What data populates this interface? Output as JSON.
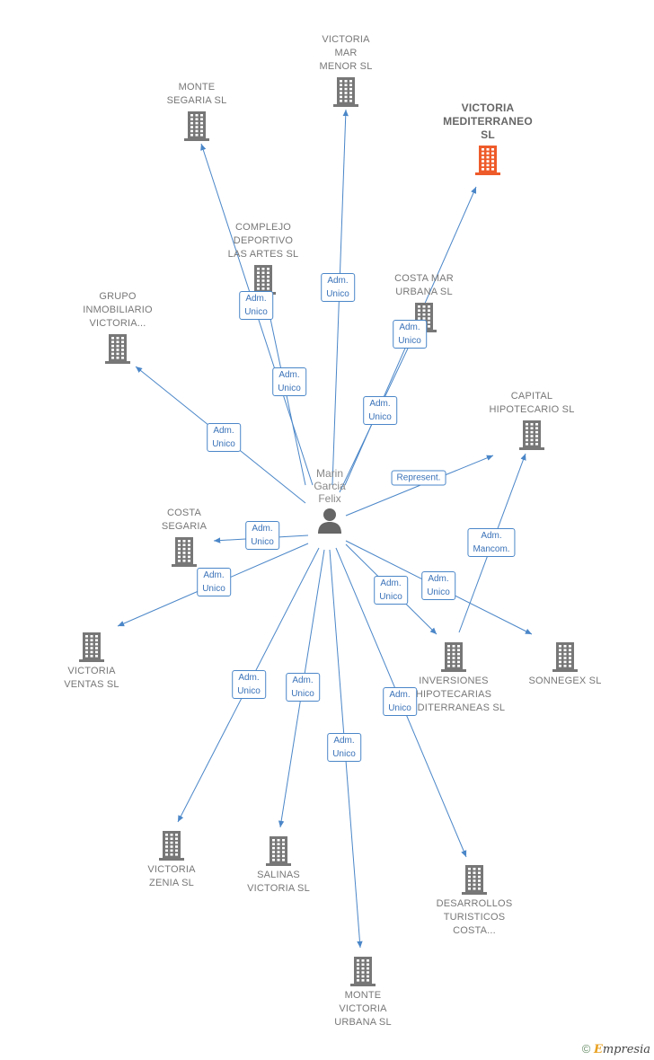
{
  "person": {
    "label": "Marin\nGarcia\nFelix",
    "icon": "person-icon"
  },
  "colors": {
    "accent": "#ee5b2a",
    "building": "#777777",
    "edge": "#4a86c8"
  },
  "nodes": [
    {
      "key": "victoria-mar-menor",
      "label": "VICTORIA\nMAR\nMENOR SL",
      "icon": "building-icon"
    },
    {
      "key": "monte-segaria",
      "label": "MONTE\nSEGARIA SL",
      "icon": "building-icon"
    },
    {
      "key": "victoria-mediterraneo",
      "label": "VICTORIA\nMEDITERRANEO\nSL",
      "icon": "building-icon",
      "highlight": true
    },
    {
      "key": "complejo-deportivo",
      "label": "COMPLEJO\nDEPORTIVO\nLAS ARTES SL",
      "icon": "building-icon"
    },
    {
      "key": "costa-mar-urbana",
      "label": "COSTA MAR\nURBANA SL",
      "icon": "building-icon"
    },
    {
      "key": "grupo-inmobiliario",
      "label": "GRUPO\nINMOBILIARIO\nVICTORIA...",
      "icon": "building-icon"
    },
    {
      "key": "capital-hipotecario",
      "label": "CAPITAL\nHIPOTECARIO SL",
      "icon": "building-icon"
    },
    {
      "key": "costa-segaria",
      "label": "COSTA\nSEGARIA",
      "icon": "building-icon"
    },
    {
      "key": "victoria-ventas",
      "label": "VICTORIA\nVENTAS SL",
      "icon": "building-icon"
    },
    {
      "key": "inversiones-hipotecarias",
      "label": "INVERSIONES\nHIPOTECARIAS\nMEDITERRANEAS SL",
      "icon": "building-icon"
    },
    {
      "key": "sonnegex",
      "label": "SONNEGEX SL",
      "icon": "building-icon"
    },
    {
      "key": "victoria-zenia",
      "label": "VICTORIA\nZENIA SL",
      "icon": "building-icon"
    },
    {
      "key": "salinas-victoria",
      "label": "SALINAS\nVICTORIA SL",
      "icon": "building-icon"
    },
    {
      "key": "desarrollos-turisticos",
      "label": "DESARROLLOS\nTURISTICOS\nCOSTA...",
      "icon": "building-icon"
    },
    {
      "key": "monte-victoria-urbana",
      "label": "MONTE\nVICTORIA\nURBANA SL",
      "icon": "building-icon"
    }
  ],
  "edges": [
    {
      "from": "person",
      "to": "victoria-mar-menor",
      "label": "Adm.\nUnico"
    },
    {
      "from": "person",
      "to": "monte-segaria",
      "label": "Adm.\nUnico"
    },
    {
      "from": "person",
      "to": "complejo-deportivo",
      "label": "Adm.\nUnico"
    },
    {
      "from": "person",
      "to": "victoria-mediterraneo",
      "label": "Adm.\nUnico"
    },
    {
      "from": "person",
      "to": "costa-mar-urbana",
      "label": "Adm.\nUnico"
    },
    {
      "from": "person",
      "to": "grupo-inmobiliario",
      "label": "Adm.\nUnico"
    },
    {
      "from": "person",
      "to": "capital-hipotecario",
      "label": "Represent."
    },
    {
      "from": "person",
      "to": "costa-segaria",
      "label": "Adm.\nUnico"
    },
    {
      "from": "person",
      "to": "victoria-ventas",
      "label": "Adm.\nUnico"
    },
    {
      "from": "person",
      "to": "inversiones-hipotecarias",
      "label": "Adm.\nUnico"
    },
    {
      "from": "person",
      "to": "sonnegex",
      "label": "Adm.\nUnico"
    },
    {
      "from": "inversiones-hipotecarias",
      "to": "capital-hipotecario",
      "label": "Adm.\nMancom."
    },
    {
      "from": "person",
      "to": "victoria-zenia",
      "label": "Adm.\nUnico"
    },
    {
      "from": "person",
      "to": "salinas-victoria",
      "label": "Adm.\nUnico"
    },
    {
      "from": "person",
      "to": "monte-victoria-urbana",
      "label": "Adm.\nUnico"
    },
    {
      "from": "person",
      "to": "desarrollos-turisticos",
      "label": "Adm.\nUnico"
    }
  ],
  "footer": {
    "copyright": "©",
    "brand_first": "E",
    "brand_rest": "mpresia"
  }
}
